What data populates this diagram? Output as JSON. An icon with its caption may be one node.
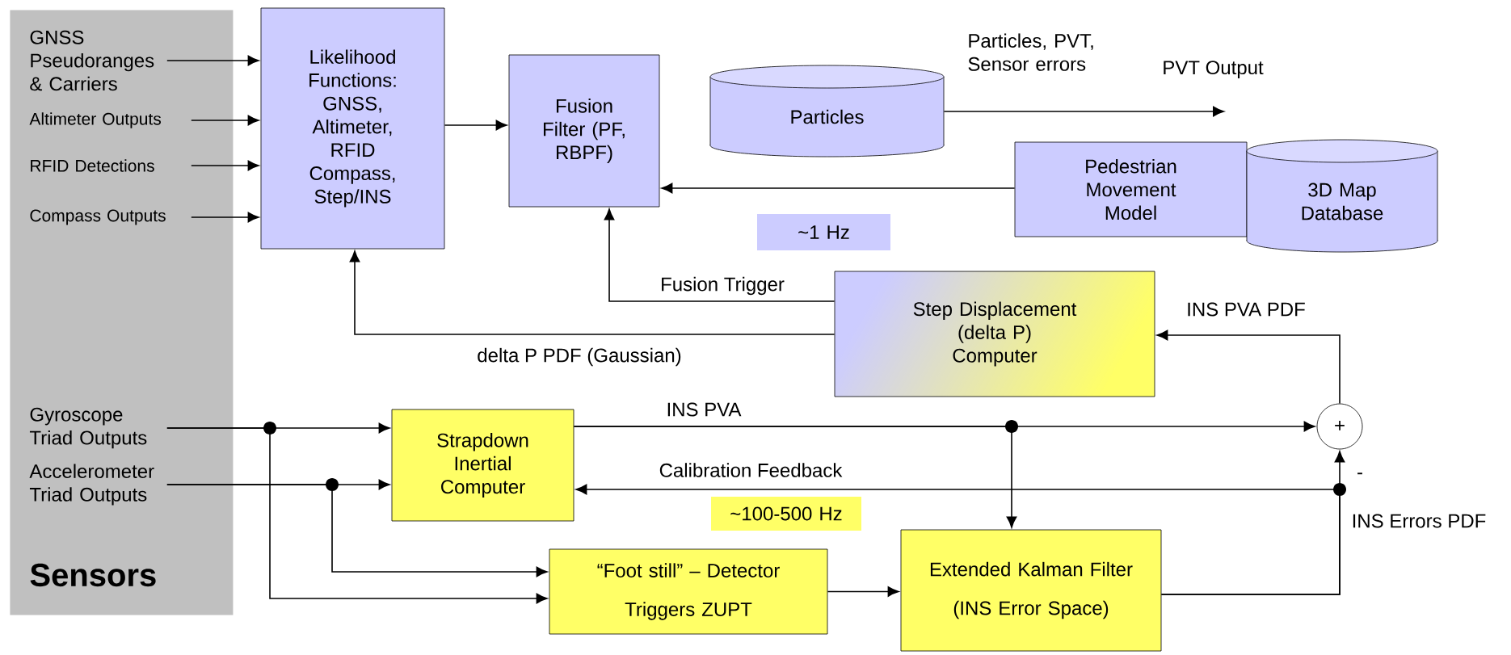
{
  "diagram": {
    "nodes": [
      {
        "text": [
          "Sensors"
        ]
      },
      {
        "text": [
          "GNSS Pseudoranges & Carriers"
        ],
        "in": 0
      },
      {
        "text": [
          "Altimeter Outputs"
        ],
        "in": 0
      },
      {
        "text": [
          "RFID Detections"
        ],
        "in": 0
      },
      {
        "text": [
          "Compass Outputs"
        ],
        "in": 0
      },
      {
        "text": [
          "Gyroscope Triad Outputs"
        ],
        "in": 0
      },
      {
        "text": [
          "Accelerometer Triad Outputs"
        ],
        "in": 0
      },
      {
        "text": [
          "Likelihood Functions: GNSS, Altimeter, RFID Compass, Step/INS"
        ]
      },
      {
        "text": [
          "Fusion Filter (PF, RBPF)"
        ]
      },
      {
        "text": [
          "Particles"
        ]
      },
      {
        "text": [
          "Pedestrian Movement Model"
        ]
      },
      {
        "text": [
          "3D Map Database"
        ]
      },
      {
        "text": [
          "~1 Hz"
        ]
      },
      {
        "text": [
          "Step Displacement (delta P) Computer"
        ]
      },
      {
        "text": [
          "Strapdown Inertial Computer"
        ]
      },
      {
        "text": [
          "~100-500 Hz"
        ]
      },
      {
        "text": [
          "“Foot still” – Detector Triggers ZUPT"
        ]
      },
      {
        "text": [
          "Extended Kalman Filter (INS Error Space)"
        ]
      },
      {
        "text": [
          "+"
        ]
      }
    ],
    "edges": [
      {
        "from": 1,
        "to": 7,
        "arrow": "to"
      },
      {
        "from": 2,
        "to": 7,
        "arrow": "to"
      },
      {
        "from": 3,
        "to": 7,
        "arrow": "to"
      },
      {
        "from": 4,
        "to": 7,
        "arrow": "to"
      },
      {
        "from": 7,
        "to": 8,
        "arrow": "to"
      },
      {
        "from": 9,
        "to": null,
        "arrow": "to",
        "label": "Particles, PVT, Sensor errors"
      },
      {
        "from": 10,
        "to": 8,
        "arrow": "to"
      },
      {
        "from": 13,
        "to": 8,
        "arrow": "to",
        "label": "Fusion Trigger"
      },
      {
        "from": 13,
        "to": 7,
        "arrow": "to",
        "label": "delta P PDF (Gaussian)"
      },
      {
        "from": 18,
        "to": 13,
        "arrow": "to",
        "label": "INS PVA PDF"
      },
      {
        "from": 5,
        "to": 14,
        "arrow": "to"
      },
      {
        "from": 5,
        "to": 16,
        "arrow": "to"
      },
      {
        "from": 6,
        "to": 14,
        "arrow": "to"
      },
      {
        "from": 6,
        "to": 16,
        "arrow": "to"
      },
      {
        "from": 14,
        "to": 18,
        "arrow": "to",
        "label": "INS PVA"
      },
      {
        "from": 14,
        "to": 17,
        "arrow": "to"
      },
      {
        "from": 17,
        "to": 14,
        "arrow": "to",
        "label": "Calibration Feedback"
      },
      {
        "from": 17,
        "to": 18,
        "arrow": "to",
        "label": "INS Errors PDF"
      },
      {
        "from": 16,
        "to": 17,
        "arrow": "to"
      }
    ],
    "labels": [
      "PVT Output",
      "-"
    ]
  }
}
